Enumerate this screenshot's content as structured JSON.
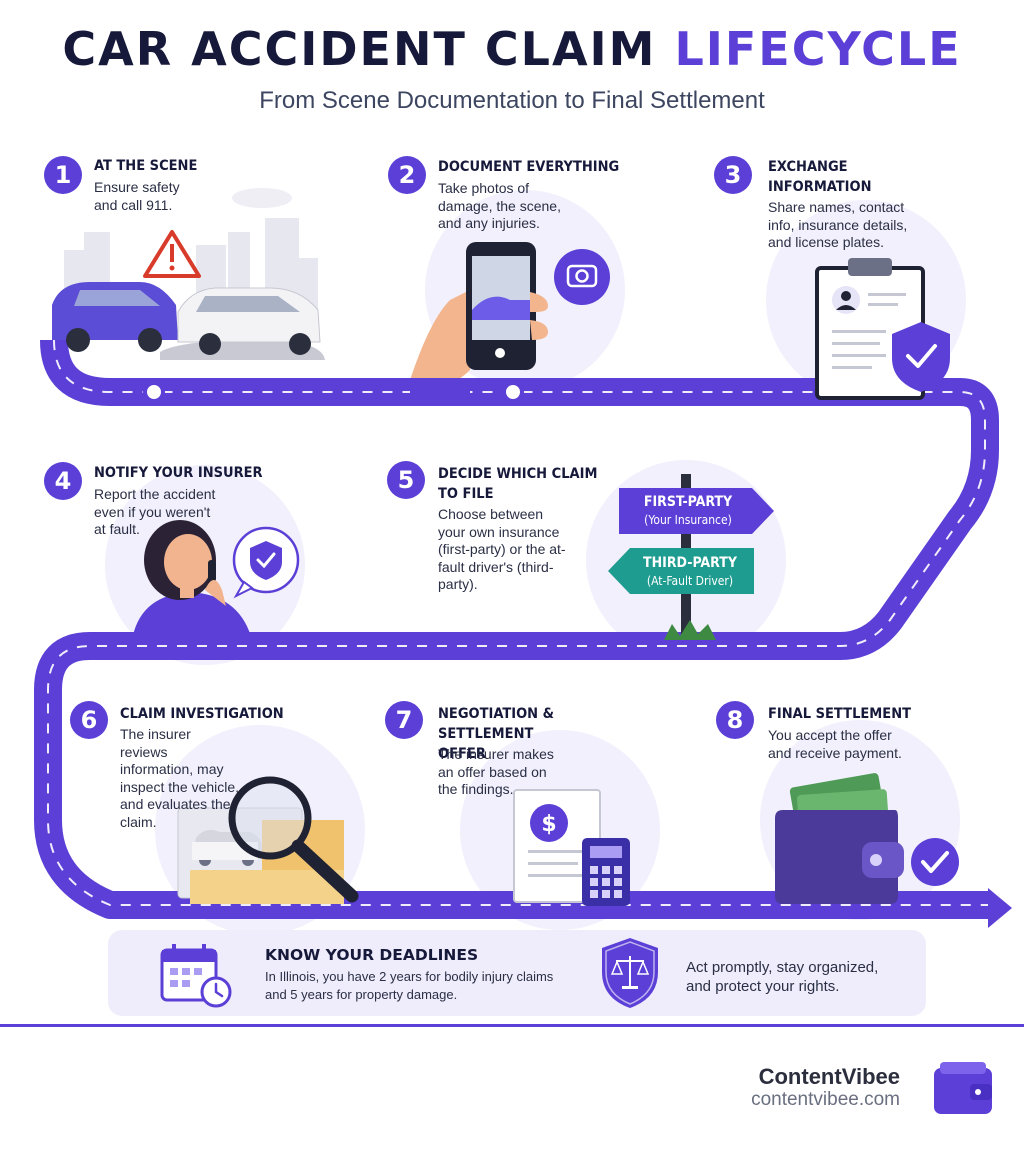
{
  "header": {
    "title_main": "CAR ACCIDENT CLAIM",
    "title_accent": "LIFECYCLE",
    "subtitle": "From Scene Documentation to Final Settlement"
  },
  "steps": [
    {
      "number": "1",
      "title": "AT THE SCENE",
      "description": "Ensure safety and call 911."
    },
    {
      "number": "2",
      "title": "DOCUMENT EVERYTHING",
      "description": "Take photos of damage, the scene, and any injuries."
    },
    {
      "number": "3",
      "title": "EXCHANGE INFORMATION",
      "description": "Share names, contact info, insurance details, and license plates."
    },
    {
      "number": "4",
      "title": "NOTIFY YOUR INSURER",
      "description": "Report the accident even if you weren't at fault."
    },
    {
      "number": "5",
      "title": "DECIDE WHICH CLAIM TO FILE",
      "description": "Choose between your own insurance (first-party) or the at-fault driver's (third-party)."
    },
    {
      "number": "6",
      "title": "CLAIM INVESTIGATION",
      "description": "The insurer reviews information, may inspect the vehicle, and evaluates the claim."
    },
    {
      "number": "7",
      "title": "NEGOTIATION & SETTLEMENT OFFER",
      "description": "The insurer makes an offer based on the findings."
    },
    {
      "number": "8",
      "title": "FINAL SETTLEMENT",
      "description": "You accept the offer and receive payment."
    }
  ],
  "signpost": {
    "first_party": "FIRST-PARTY",
    "first_party_sub": "(Your Insurance)",
    "third_party": "THIRD-PARTY",
    "third_party_sub": "(At-Fault Driver)"
  },
  "deadlines": {
    "title": "KNOW YOUR DEADLINES",
    "text_line1": "In Illinois, you have 2 years for bodily injury claims",
    "text_line2": "and 5 years for property damage.",
    "advice_line1": "Act promptly, stay organized,",
    "advice_line2": "and protect your rights."
  },
  "footer": {
    "brand_name": "ContentVibee",
    "brand_url": "contentvibee.com"
  },
  "colors": {
    "accent": "#5b3fd6",
    "dark": "#16193a",
    "teal": "#1e9c8f",
    "light_bg": "#efedfb"
  },
  "icons": [
    "warning-icon",
    "camera-icon",
    "shield-check-icon",
    "clipboard-icon",
    "magnifier-icon",
    "dollar-icon",
    "calculator-icon",
    "wallet-icon",
    "check-icon",
    "calendar-clock-icon",
    "scales-shield-icon",
    "brand-logo-icon"
  ]
}
